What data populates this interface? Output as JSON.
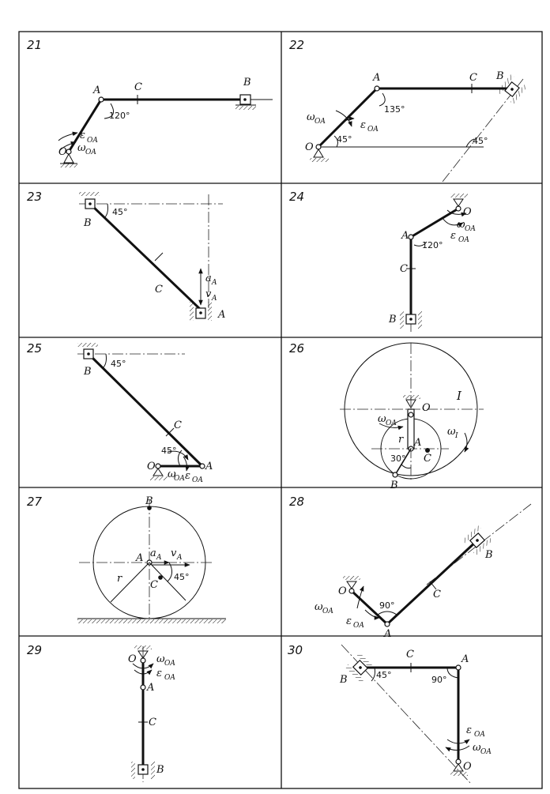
{
  "panels": [
    {
      "number": "21",
      "labels": [
        "A",
        "C",
        "B",
        "O",
        "ε",
        "OA",
        "ω",
        "OA"
      ],
      "angles": [
        "120°"
      ]
    },
    {
      "number": "22",
      "labels": [
        "A",
        "C",
        "B",
        "O",
        "ω",
        "OA",
        "ε",
        "OA"
      ],
      "angles": [
        "135°",
        "45°",
        "45°"
      ]
    },
    {
      "number": "23",
      "labels": [
        "B",
        "C",
        "a",
        "A",
        "v",
        "A",
        "A"
      ],
      "angles": [
        "45°"
      ]
    },
    {
      "number": "24",
      "labels": [
        "O",
        "A",
        "C",
        "B",
        "ω",
        "OA",
        "ε",
        "OA"
      ],
      "angles": [
        "120°"
      ]
    },
    {
      "number": "25",
      "labels": [
        "B",
        "C",
        "O",
        "A",
        "ω",
        "OA",
        "ε",
        "OA"
      ],
      "angles": [
        "45°",
        "45°"
      ]
    },
    {
      "number": "26",
      "labels": [
        "O",
        "I",
        "A",
        "C",
        "B",
        "r",
        "ω",
        "OA",
        "ω",
        "I"
      ],
      "angles": [
        "30°"
      ]
    },
    {
      "number": "27",
      "labels": [
        "B",
        "A",
        "a",
        "A",
        "v",
        "A",
        "C",
        "r"
      ],
      "angles": [
        "45°"
      ]
    },
    {
      "number": "28",
      "labels": [
        "O",
        "A",
        "C",
        "B",
        "ω",
        "OA",
        "ε",
        "OA"
      ],
      "angles": [
        "90°"
      ]
    },
    {
      "number": "29",
      "labels": [
        "O",
        "A",
        "C",
        "B",
        "ω",
        "OA",
        "ε",
        "OA"
      ],
      "angles": []
    },
    {
      "number": "30",
      "labels": [
        "B",
        "C",
        "A",
        "O",
        "ε",
        "OA",
        "ω",
        "OA"
      ],
      "angles": [
        "45°",
        "90°"
      ]
    }
  ]
}
